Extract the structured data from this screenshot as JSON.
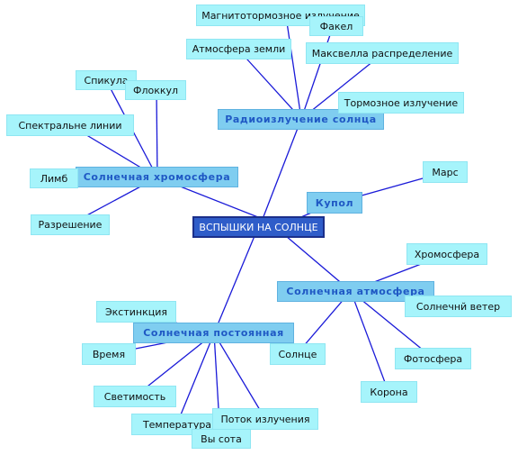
{
  "root": "ВСПЫШКИ НА СОЛНЦЕ",
  "branches": {
    "radio": {
      "label": "Радиоизлучение солнца",
      "children": [
        "Магнитотормозное излучение",
        "Факел",
        "Атмосфера земли",
        "Максвелла распределение",
        "Тормозное излучение"
      ]
    },
    "chromo": {
      "label": "Солнечная хромосфера",
      "children": [
        "Спикула",
        "Флоккул",
        "Спектральне линии",
        "Лимб",
        "Разрешение"
      ]
    },
    "dome": {
      "label": "Купол",
      "children": [
        "Марс"
      ]
    },
    "atmo": {
      "label": "Солнечная атмосфера",
      "children": [
        "Хромосфера",
        "Солнечнй ветер",
        "Фотосфера",
        "Корона",
        "Солнце"
      ]
    },
    "const": {
      "label": "Солнечная постоянная",
      "children": [
        "Экстинкция",
        "Время",
        "Светимость",
        "Температура",
        "Поток излучения",
        "Вы сота"
      ]
    }
  },
  "colors": {
    "line": "#1a1ad8",
    "root_fill": "#2f5dc9",
    "main_fill": "#7fcdf0",
    "leaf_fill": "#a6f4fb"
  }
}
